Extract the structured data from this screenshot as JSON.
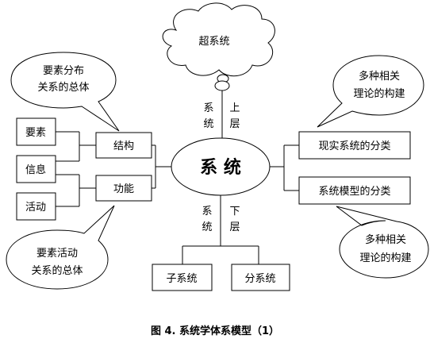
{
  "center": "系 统",
  "cloud": "超系统",
  "upper": [
    "系",
    "统",
    "上",
    "层"
  ],
  "lower": [
    "系",
    "统",
    "下",
    "层"
  ],
  "left_top_bubble": [
    "要素分布",
    "关系的总体"
  ],
  "left_bottom_bubble": [
    "要素活动",
    "关系的总体"
  ],
  "right_top_bubble": [
    "多种相关",
    "理论的构建"
  ],
  "right_bottom_bubble": [
    "多种相关",
    "理论的构建"
  ],
  "element_boxes": [
    "要素",
    "信息",
    "活动"
  ],
  "mid_boxes": [
    "结构",
    "功能"
  ],
  "right_boxes": [
    "现实系统的分类",
    "系统模型的分类"
  ],
  "bottom_boxes": [
    "子系统",
    "分系统"
  ],
  "caption": "图 4. 系统学体系模型（1）"
}
